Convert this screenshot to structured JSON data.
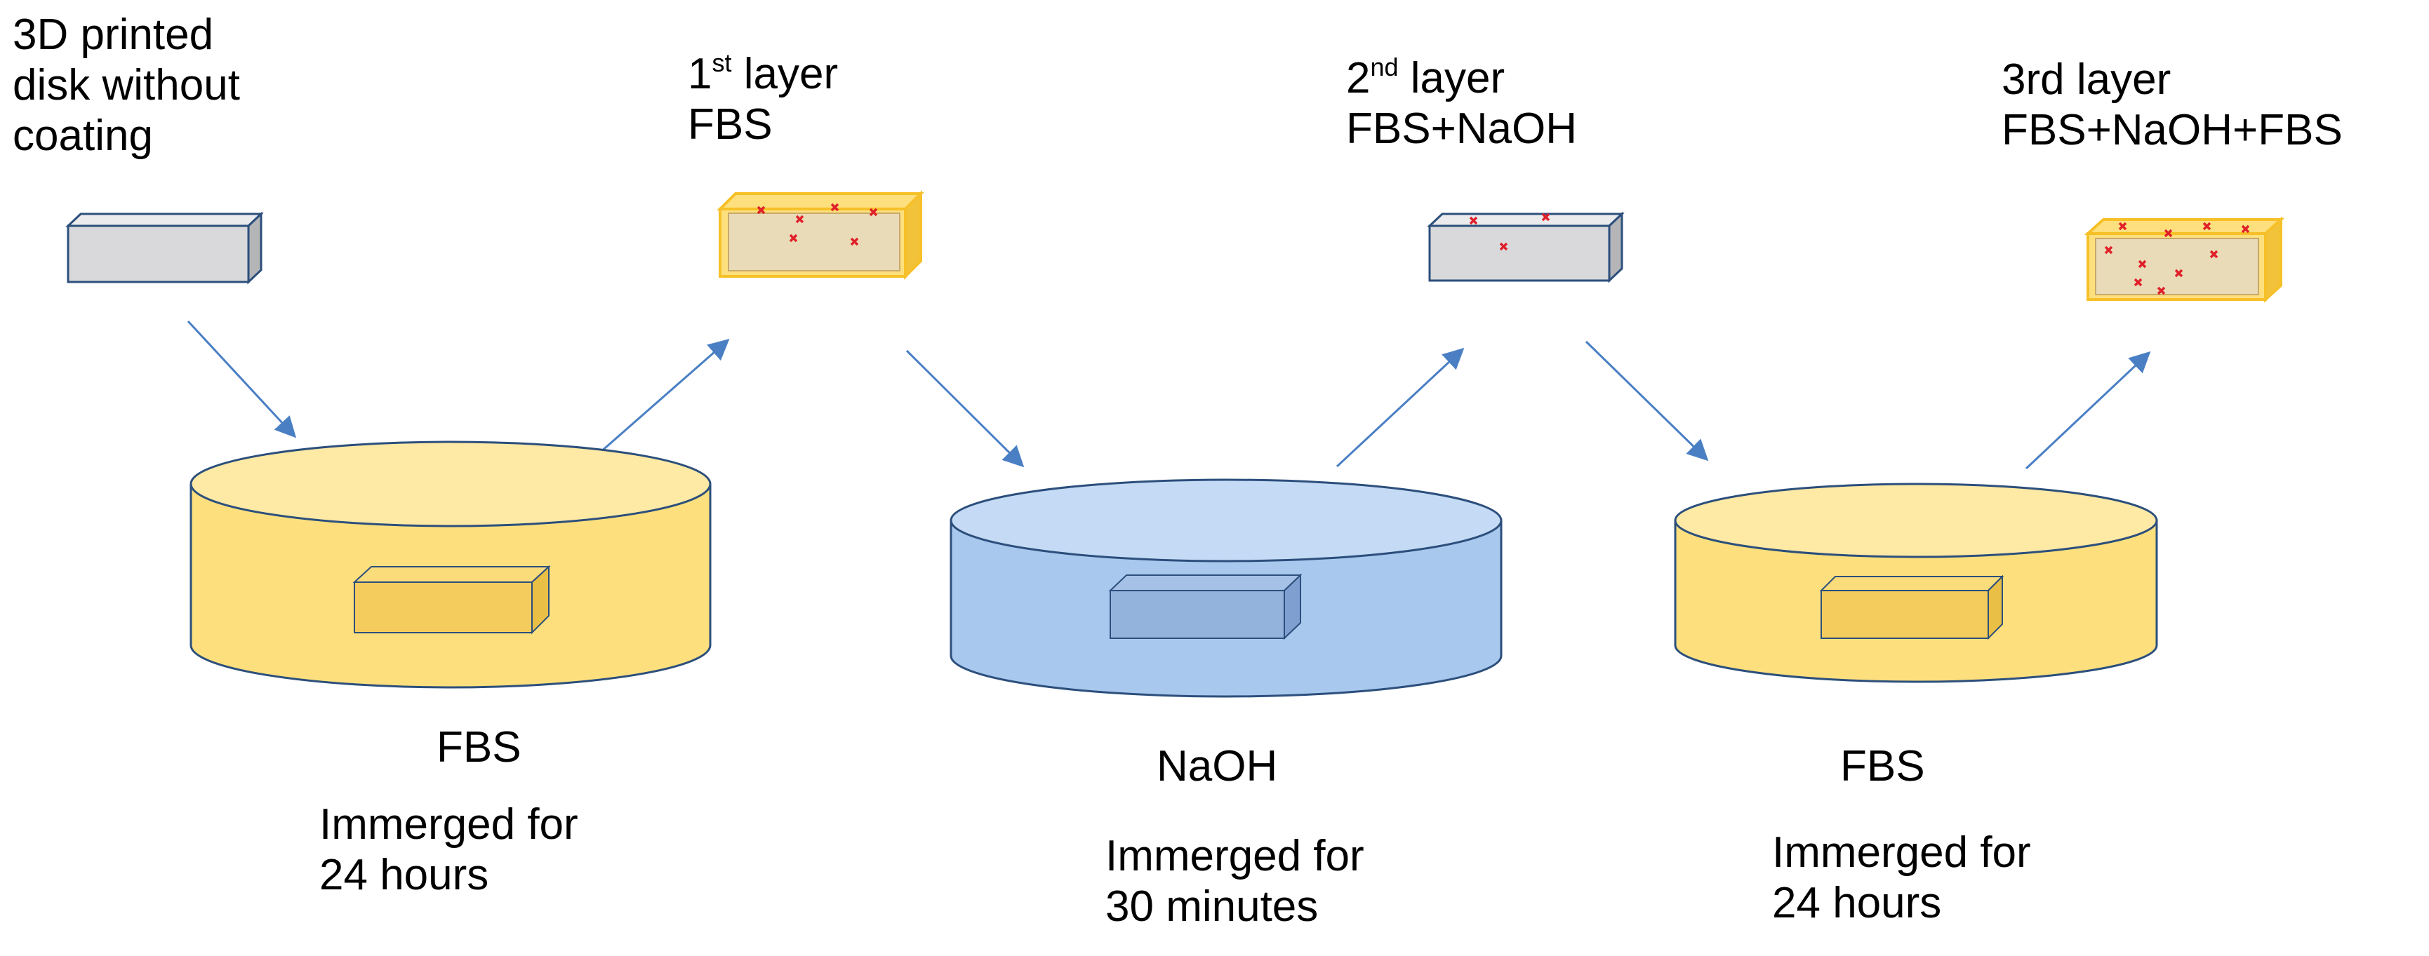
{
  "labels": {
    "start": {
      "line1": "3D printed",
      "line2": "disk without",
      "line3": "coating"
    },
    "layer1": {
      "number": "1",
      "suffix": "st",
      "word": " layer",
      "composition": "FBS"
    },
    "layer2": {
      "number": "2",
      "suffix": "nd",
      "word": " layer",
      "composition": "FBS+NaOH"
    },
    "layer3": {
      "title": "3rd layer",
      "composition": "FBS+NaOH+FBS"
    }
  },
  "baths": [
    {
      "solution": "FBS",
      "line1": "Immerged for",
      "line2": "24 hours",
      "color": "#fde07d"
    },
    {
      "solution": "NaOH",
      "line1": "Immerged for",
      "line2": "30 minutes",
      "color": "#a9c8ee"
    },
    {
      "solution": "FBS",
      "line1": "Immerged for",
      "line2": "24 hours",
      "color": "#fde07d"
    }
  ],
  "colors": {
    "arrow": "#4a7fc4",
    "disk_uncoated": "#d9d9db",
    "coating_border": "#f6c028",
    "marker": "#e0202a",
    "outline": "#2c4f7c"
  }
}
